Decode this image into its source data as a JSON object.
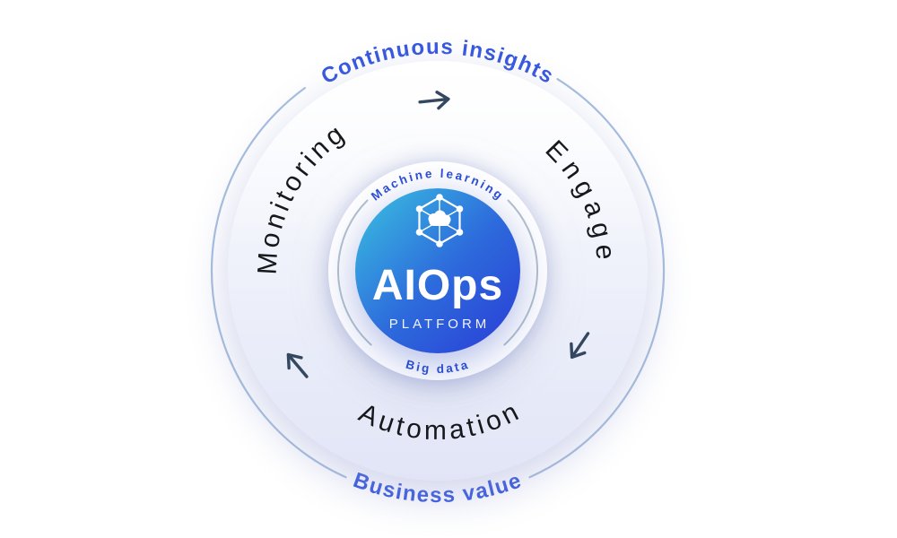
{
  "diagram": {
    "name": "AIOps platform continuous cycle",
    "outer_ring": {
      "top_label": "Continuous insights",
      "bottom_label": "Business value"
    },
    "cycle_ring": {
      "stages": [
        {
          "label": "Monitoring"
        },
        {
          "label": "Engage"
        },
        {
          "label": "Automation"
        }
      ],
      "arrows": [
        {
          "name": "flow-arrow-top",
          "direction": "right"
        },
        {
          "name": "flow-arrow-right",
          "direction": "down-left"
        },
        {
          "name": "flow-arrow-left",
          "direction": "up-left"
        }
      ]
    },
    "inner_ring": {
      "top_label": "Machine learning",
      "bottom_label": "Big data"
    },
    "core": {
      "icon": "hexagon-network-icon",
      "title": "AIOps",
      "subtitle": "PLATFORM"
    },
    "colors": {
      "blue_label_text": "#3556df",
      "inner_label_text": "#2b4fd6",
      "stage_label_text": "#17181c",
      "arrow": "#33475f",
      "outer_arc_stroke": "#a6bedd",
      "inner_arc_stroke": "#b4c1cd",
      "core_gradient_start": "#3abfe0",
      "core_gradient_mid": "#2d6bdc",
      "core_gradient_end": "#2a3ed6",
      "disk_top": "#fcfdff",
      "disk_bottom": "#e1e5f6"
    }
  }
}
